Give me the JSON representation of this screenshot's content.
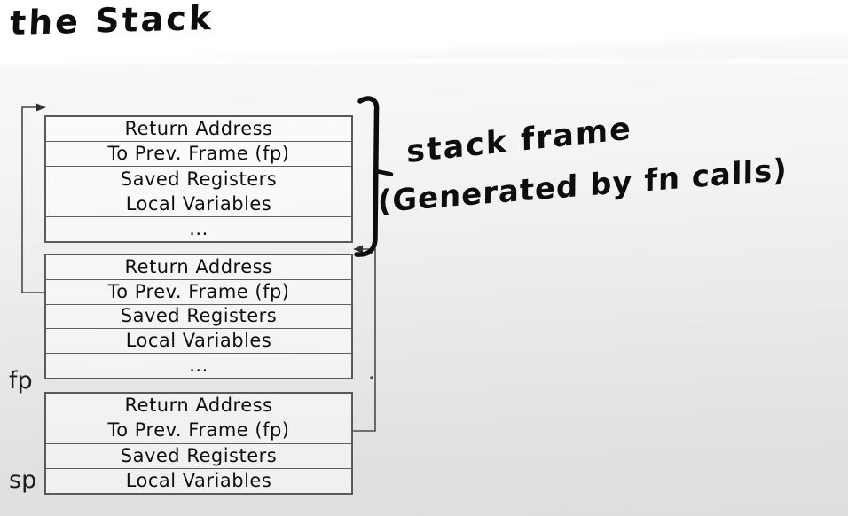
{
  "title": "the Stack",
  "annotation": {
    "line1": "stack frame",
    "line2": "(Generated by fn calls)"
  },
  "pointer_labels": {
    "fp": "fp",
    "sp": "sp"
  },
  "frames": [
    {
      "name": "top-stack-frame",
      "rows": [
        "Return Address",
        "To Prev. Frame (fp)",
        "Saved Registers",
        "Local Variables",
        "..."
      ]
    },
    {
      "name": "middle-stack-frame",
      "rows": [
        "Return Address",
        "To Prev. Frame (fp)",
        "Saved Registers",
        "Local Variables",
        "..."
      ]
    },
    {
      "name": "bottom-stack-frame",
      "rows": [
        "Return Address",
        "To Prev. Frame (fp)",
        "Saved Registers",
        "Local Variables"
      ]
    }
  ],
  "icons": {
    "arrow_fp_to_top_frame": "arrow from middle frame fp row looping left and up to top of first frame",
    "arrow_fp_to_prev_frame": "arrow from bottom frame fp row looping right and up to top of middle frame",
    "stack_frame_bracket": "handwritten bracket grouping the first stack frame"
  },
  "colors": {
    "background_top": "#ffffff",
    "background_bottom": "#dedede",
    "box_border": "#5a5a5a",
    "box_fill": "#f5f5f5",
    "connector_line": "#4a4a4a",
    "handwriting": "#0d0d0d",
    "diagram_text": "#0f0f0f"
  }
}
